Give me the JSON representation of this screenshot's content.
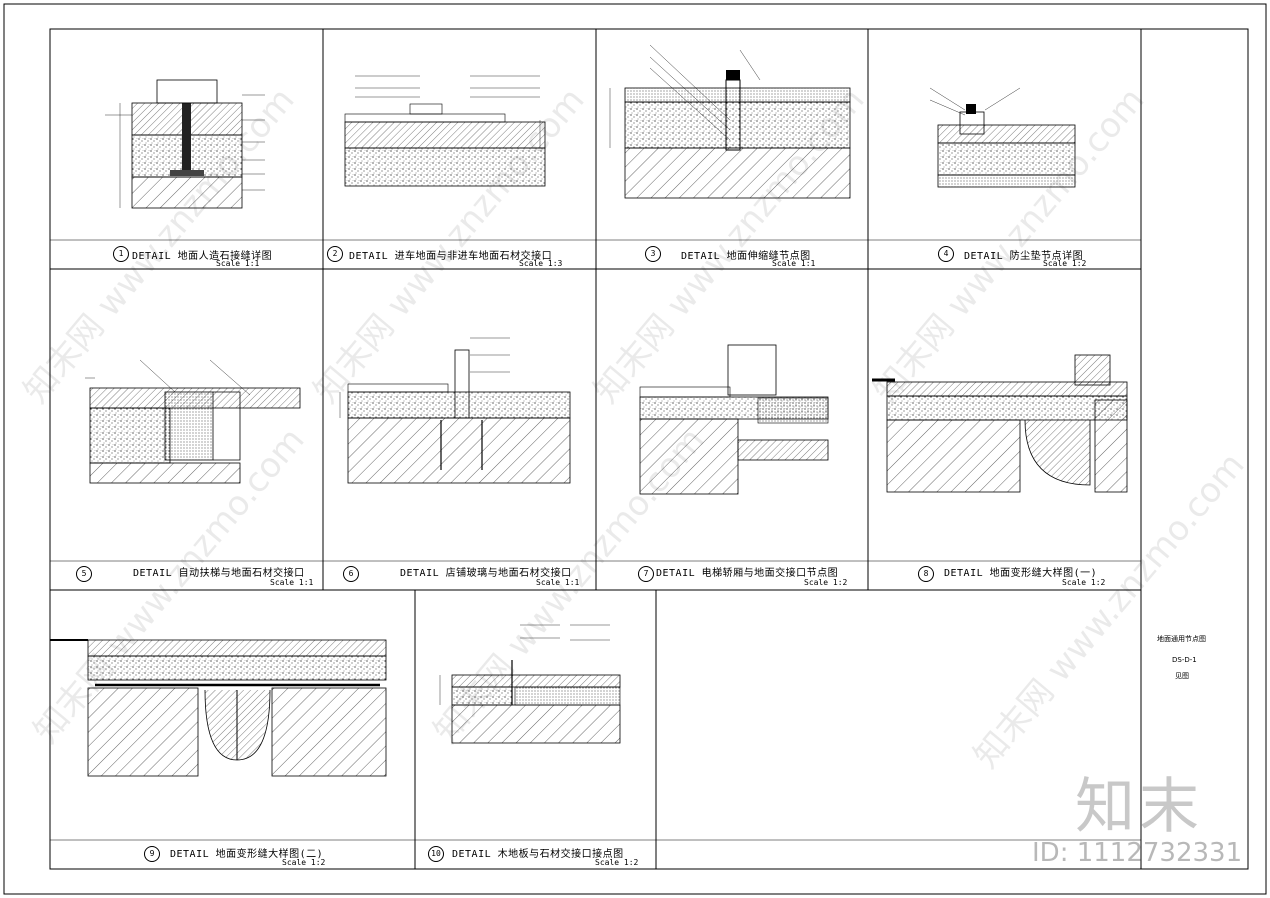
{
  "details": [
    {
      "num": "1",
      "title": "DETAIL 地面人造石接缝详图",
      "scale": "Scale 1:1"
    },
    {
      "num": "2",
      "title": "DETAIL 进车地面与非进车地面石材交接口",
      "scale": "Scale 1:3"
    },
    {
      "num": "3",
      "title": "DETAIL 地面伸缩缝节点图",
      "scale": "Scale 1:1"
    },
    {
      "num": "4",
      "title": "DETAIL 防尘垫节点详图",
      "scale": "Scale 1:2"
    },
    {
      "num": "5",
      "title": "DETAIL 自动扶梯与地面石材交接口",
      "scale": "Scale 1:1"
    },
    {
      "num": "6",
      "title": "DETAIL 店铺玻璃与地面石材交接口",
      "scale": "Scale 1:1"
    },
    {
      "num": "7",
      "title": "DETAIL 电梯轿厢与地面交接口节点图",
      "scale": "Scale 1:2"
    },
    {
      "num": "8",
      "title": "DETAIL 地面变形缝大样图(一)",
      "scale": "Scale 1:2"
    },
    {
      "num": "9",
      "title": "DETAIL 地面变形缝大样图(二)",
      "scale": "Scale 1:2"
    },
    {
      "num": "10",
      "title": "DETAIL 木地板与石材交接口接点图",
      "scale": "Scale 1:2"
    }
  ],
  "side_panel": {
    "drawing_name": "地面通用节点图",
    "drawing_no": "DS-D-1",
    "ref": "见图"
  },
  "watermark": {
    "text": "知末网 www.znzmo.com",
    "brand": "知末",
    "id_label": "ID: 1112732331"
  },
  "colors": {
    "ink": "#000000",
    "watermark": "#c8c8c8"
  }
}
